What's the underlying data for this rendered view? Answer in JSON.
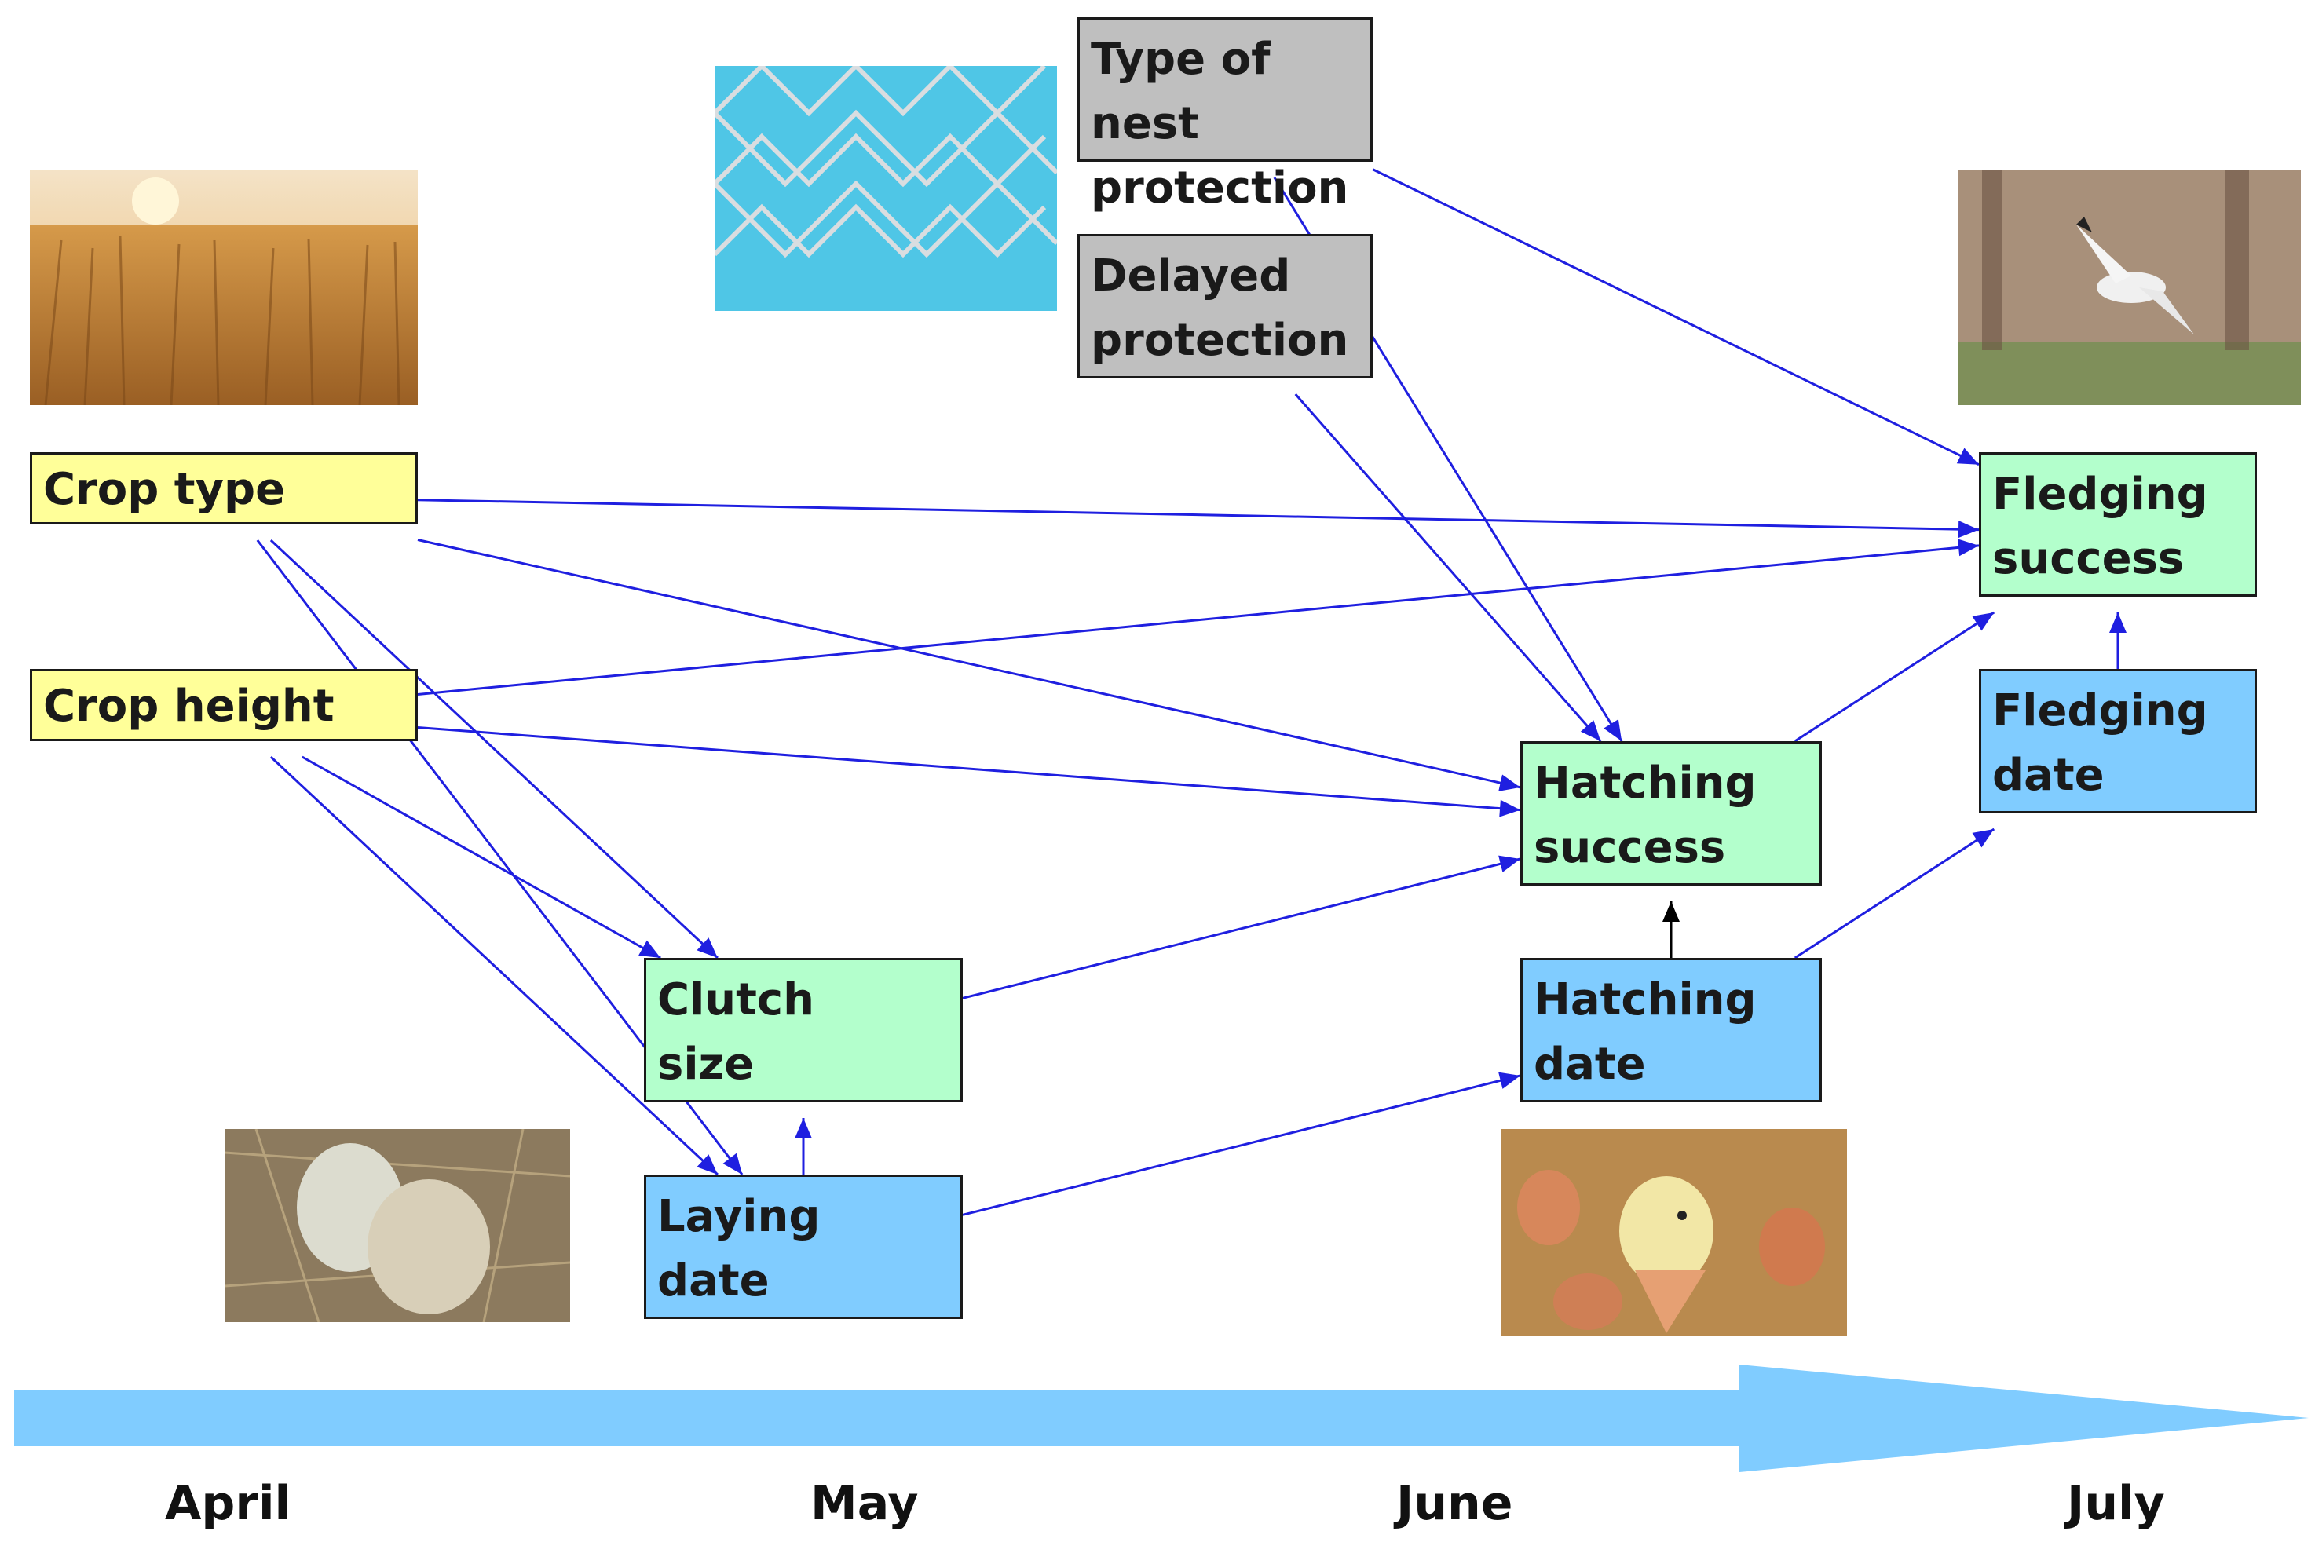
{
  "nodes": {
    "crop_type": "Crop type",
    "crop_height": "Crop height",
    "nest_protection": "Type of nest\nprotection",
    "delayed_protection": "Delayed\nprotection",
    "clutch_size": "Clutch\nsize",
    "laying_date": "Laying\ndate",
    "hatching_success": "Hatching\nsuccess",
    "hatching_date": "Hatching\ndate",
    "fledging_success": "Fledging\nsuccess",
    "fledging_date": "Fledging\ndate"
  },
  "timeline": {
    "months": [
      "April",
      "May",
      "June",
      "July"
    ],
    "arrow_color": "#80ccff"
  },
  "colors": {
    "environment": "#ffff99",
    "outcome": "#b3ffcc",
    "timing": "#80ccff",
    "management": "#bfbfbf",
    "edge": "#1f1fe0",
    "edge_black": "#000000"
  },
  "edges": [
    [
      "crop_type",
      "fledging_success"
    ],
    [
      "crop_type",
      "hatching_success"
    ],
    [
      "crop_type",
      "clutch_size"
    ],
    [
      "crop_type",
      "laying_date"
    ],
    [
      "crop_height",
      "fledging_success"
    ],
    [
      "crop_height",
      "hatching_success"
    ],
    [
      "crop_height",
      "clutch_size"
    ],
    [
      "crop_height",
      "laying_date"
    ],
    [
      "nest_protection",
      "fledging_success"
    ],
    [
      "nest_protection",
      "hatching_success"
    ],
    [
      "delayed_protection",
      "hatching_success"
    ],
    [
      "clutch_size",
      "hatching_success"
    ],
    [
      "laying_date",
      "clutch_size"
    ],
    [
      "laying_date",
      "hatching_date"
    ],
    [
      "hatching_date",
      "hatching_success"
    ],
    [
      "hatching_date",
      "fledging_date"
    ],
    [
      "hatching_success",
      "fledging_success"
    ],
    [
      "fledging_date",
      "fledging_success"
    ]
  ],
  "photos": [
    "wheat-field-photo",
    "wire-fence-photo",
    "harrier-bird-photo",
    "eggs-in-nest-photo",
    "hatching-chick-photo"
  ]
}
